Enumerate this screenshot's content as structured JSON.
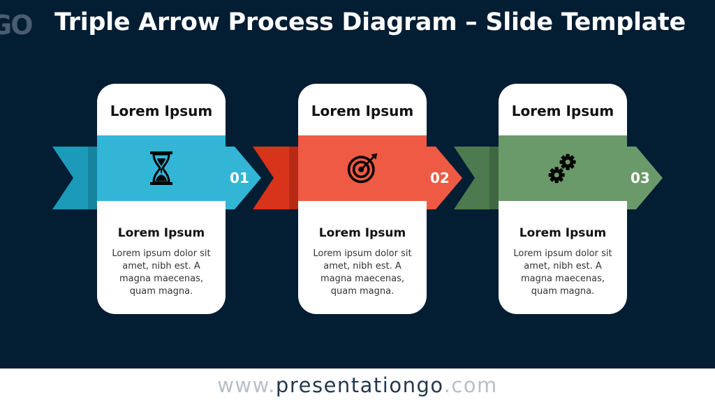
{
  "slide": {
    "title": "Triple Arrow Process Diagram – Slide Template",
    "logo_text": "GO"
  },
  "steps": [
    {
      "number": "01",
      "header": "Lorem Ipsum",
      "icon": "hourglass-icon",
      "subtitle": "Lorem Ipsum",
      "body": "Lorem ipsum dolor sit amet, nibh est. A magna maecenas, quam magna.",
      "color": "#33b5d6",
      "dark_color": "#1c9ab9"
    },
    {
      "number": "02",
      "header": "Lorem Ipsum",
      "icon": "target-icon",
      "subtitle": "Lorem Ipsum",
      "body": "Lorem ipsum dolor sit amet, nibh est. A magna maecenas, quam magna.",
      "color": "#ee5a43",
      "dark_color": "#d8331b"
    },
    {
      "number": "03",
      "header": "Lorem Ipsum",
      "icon": "gears-icon",
      "subtitle": "Lorem Ipsum",
      "body": "Lorem ipsum dolor sit amet, nibh est. A magna maecenas, quam magna.",
      "color": "#6b9a6a",
      "dark_color": "#4d7a4f"
    }
  ],
  "footer": {
    "prefix": "www.",
    "brand": "presentationgo",
    "suffix": ".com"
  },
  "colors": {
    "background": "#031d33",
    "card": "#ffffff"
  }
}
